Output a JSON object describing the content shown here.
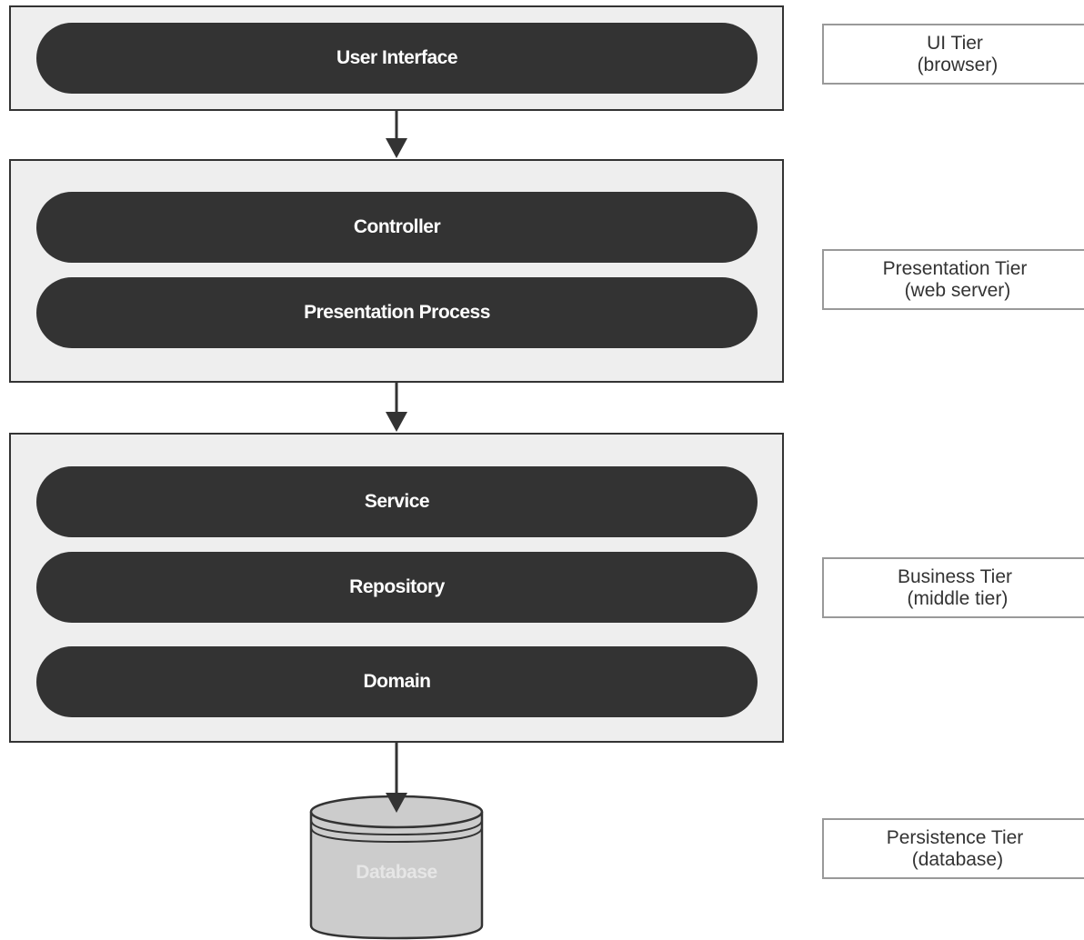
{
  "layers": {
    "user_interface": "User Interface",
    "controller": "Controller",
    "presentation_process": "Presentation Process",
    "service": "Service",
    "repository": "Repository",
    "domain": "Domain",
    "database": "Database"
  },
  "tiers": [
    {
      "name": "UI Tier",
      "detail": " (browser)"
    },
    {
      "name": "Presentation Tier",
      "detail": " (web server)"
    },
    {
      "name": "Business Tier",
      "detail": " (middle tier)"
    },
    {
      "name": "Persistence Tier",
      "detail": " (database)"
    }
  ],
  "colors": {
    "layer_fill": "#333333",
    "tier_fill": "#eeeeee",
    "database_fill": "#cccccc",
    "label_border": "#999999"
  }
}
